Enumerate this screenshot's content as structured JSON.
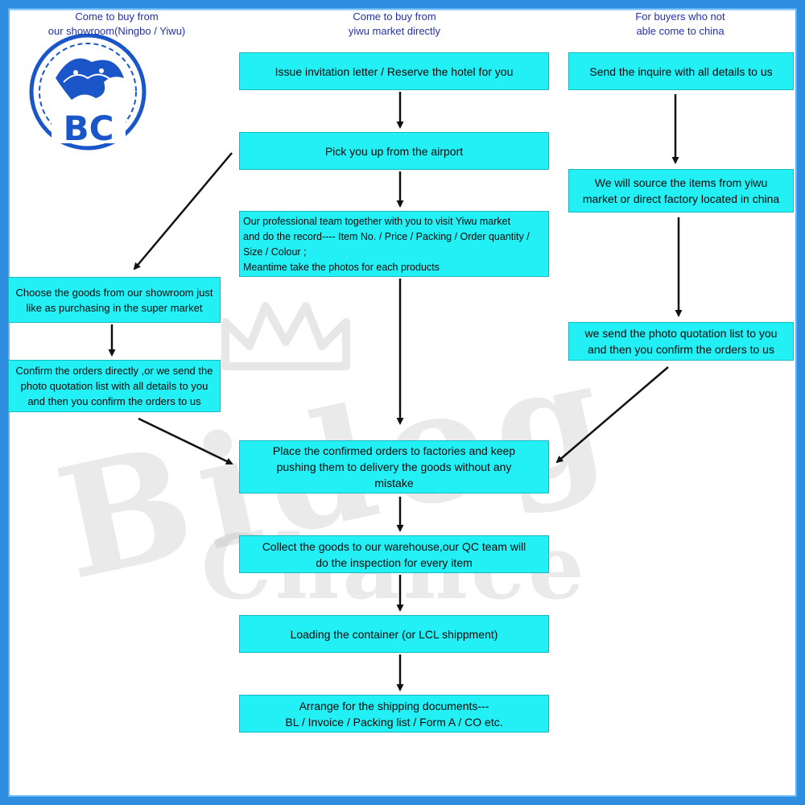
{
  "column_headers": {
    "left": [
      "Come to buy from",
      "our showroom(Ningbo / Yiwu)"
    ],
    "middle": [
      "Come to buy from",
      "yiwu market directly"
    ],
    "right": [
      "For buyers who not",
      "able come to china"
    ]
  },
  "logo": {
    "text": "BC"
  },
  "watermark": {
    "main": "Bidog",
    "sub": "Chance"
  },
  "middle_steps": {
    "invitation": "Issue invitation letter / Reserve the hotel for you",
    "airport": "Pick you up from the airport",
    "visit": [
      "Our professional team together with you to visit Yiwu market",
      "and do the record---- Item No. / Price / Packing / Order quantity /",
      "Size / Colour ;",
      "Meantime take the photos for each products"
    ]
  },
  "left_steps": {
    "choose": [
      "Choose the goods from our showroom just",
      "like as purchasing in the super market"
    ],
    "confirm": [
      "Confirm the orders directly ,or we send the",
      "photo quotation list with all details to you",
      "and then you confirm the orders to us"
    ]
  },
  "right_steps": {
    "inquire": "Send the inquire with all details to us",
    "source": [
      "We will source the items from yiwu",
      "market or direct factory located in china"
    ],
    "quotation": [
      "we send the photo quotation list to you",
      "and then you confirm the orders to us"
    ]
  },
  "shared_steps": {
    "place": [
      "Place the confirmed orders to factories and keep",
      "pushing them to delivery the goods without any",
      "mistake"
    ],
    "collect": [
      "Collect the goods to our warehouse,our QC team will",
      "do the inspection for every item"
    ],
    "loading": "Loading the container  (or LCL shippment)",
    "shipping": [
      "Arrange for the shipping documents---",
      "BL / Invoice / Packing list / Form A / CO etc."
    ]
  },
  "colors": {
    "box_fill": "#22f0f5",
    "frame": "#2f8de0",
    "header_text": "#2432a8",
    "logo_blue": "#1b56c9",
    "arrow": "#111111"
  }
}
